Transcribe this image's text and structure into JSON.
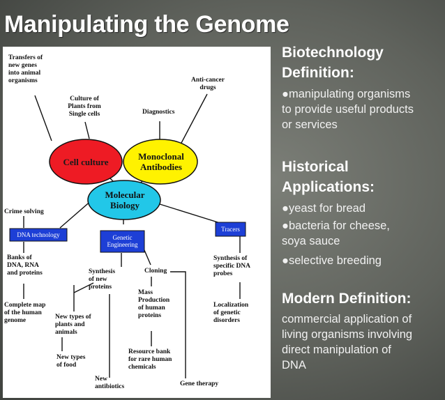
{
  "title": "Manipulating the Genome",
  "diagram": {
    "ovals": {
      "cell_culture": "Cell culture",
      "monoclonal": "Monoclonal\nAntibodies",
      "molecular": "Molecular\nBiology"
    },
    "boxes": {
      "dna_technology": "DNA technology",
      "genetic_engineering": "Genetic\nEngineering",
      "tracers": "Tracers"
    },
    "labels": {
      "transfers": "Transfers of\nnew genes\ninto animal\norganisms",
      "culture_plants": "Culture of\nPlants from\nSingle cells",
      "diagnostics": "Diagnostics",
      "anti_cancer": "Anti-cancer\ndrugs",
      "crime_solving": "Crime solving",
      "banks": "Banks of\nDNA, RNA\nand proteins",
      "complete_map": "Complete map\nof the human\ngenome",
      "synthesis_proteins": "Synthesis\nof new\nproteins",
      "new_types_plants": "New types of\nplants and\nanimals",
      "new_types_food": "New types\nof food",
      "new_antibiotics": "New\nantibiotics",
      "cloning": "Cloning",
      "mass_production": "Mass\nProduction\nof human\nproteins",
      "resource_bank": "Resource bank\nfor rare human\nchemicals",
      "gene_therapy": "Gene therapy",
      "synthesis_dna": "Synthesis of\nspecific DNA\nprobes",
      "localization": "Localization\nof genetic\ndisorders"
    },
    "colors": {
      "cell_culture": "#ee1b24",
      "monoclonal": "#fff200",
      "molecular": "#22c7e8",
      "box": "#1d3fd6"
    }
  },
  "right_panel": {
    "biotech_heading_1": "Biotechnology",
    "biotech_heading_2": "Definition:",
    "biotech_body": "●manipulating organisms\nto provide useful products\nor services",
    "historical_heading_1": "Historical",
    "historical_heading_2": "Applications:",
    "historical_item_1": "●yeast for bread",
    "historical_item_2": "●bacteria for cheese,\nsoya sauce",
    "historical_item_3": "●selective breeding",
    "modern_heading": "Modern Definition:",
    "modern_body": "commercial application of\nliving organisms involving\ndirect manipulation of\nDNA"
  }
}
